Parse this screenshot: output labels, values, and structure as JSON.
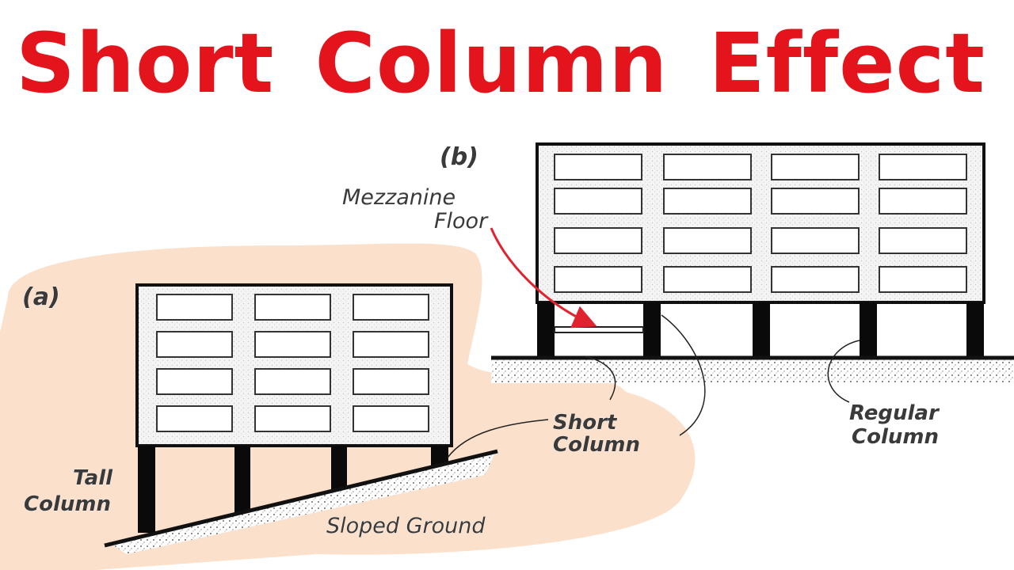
{
  "title": {
    "word1": "Short",
    "word2": "Column",
    "word3": "Effect"
  },
  "labels": {
    "panel_a": "(a)",
    "panel_b": "(b)",
    "mezzanine_1": "Mezzanine",
    "mezzanine_2": "Floor",
    "tall_1": "Tall",
    "tall_2": "Column",
    "short_1": "Short",
    "short_2": "Column",
    "regular_1": "Regular",
    "regular_2": "Column",
    "sloped": "Sloped Ground"
  },
  "colors": {
    "title": "#e3141b",
    "highlight": "#fbe0cc",
    "arrow": "#e0242f",
    "column": "#0a0a0a"
  }
}
